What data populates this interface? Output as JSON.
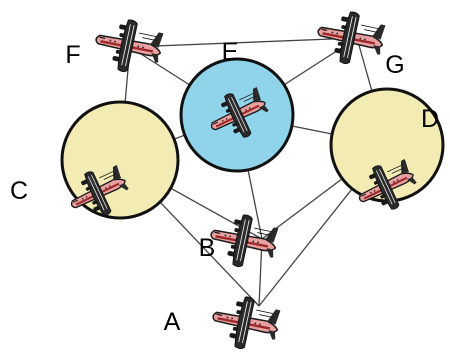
{
  "diagram": {
    "colors": {
      "edge": "#444444",
      "plane_fuselage": "#e8a0a0",
      "plane_stripe": "#9c2a2a",
      "plane_dark": "#1a1a1a",
      "highlight_blue": "#8fd4ea",
      "highlight_yellow": "#f2ecb4",
      "ring": "#111111"
    },
    "nodes": [
      {
        "id": "A",
        "label": "A",
        "icon": "airplane-icon",
        "highlight": "none"
      },
      {
        "id": "B",
        "label": "B",
        "icon": "airplane-icon",
        "highlight": "none"
      },
      {
        "id": "C",
        "label": "C",
        "icon": "airplane-icon",
        "highlight": "yellow"
      },
      {
        "id": "D",
        "label": "D",
        "icon": "airplane-icon",
        "highlight": "yellow"
      },
      {
        "id": "E",
        "label": "E",
        "icon": "airplane-icon",
        "highlight": "blue"
      },
      {
        "id": "F",
        "label": "F",
        "icon": "airplane-icon",
        "highlight": "none"
      },
      {
        "id": "G",
        "label": "G",
        "icon": "airplane-icon",
        "highlight": "none"
      }
    ],
    "edges": [
      [
        "F",
        "G"
      ],
      [
        "F",
        "E"
      ],
      [
        "F",
        "C"
      ],
      [
        "G",
        "E"
      ],
      [
        "G",
        "D"
      ],
      [
        "E",
        "C"
      ],
      [
        "E",
        "D"
      ],
      [
        "E",
        "B"
      ],
      [
        "C",
        "B"
      ],
      [
        "C",
        "A"
      ],
      [
        "D",
        "B"
      ],
      [
        "D",
        "A"
      ],
      [
        "B",
        "A"
      ]
    ]
  }
}
